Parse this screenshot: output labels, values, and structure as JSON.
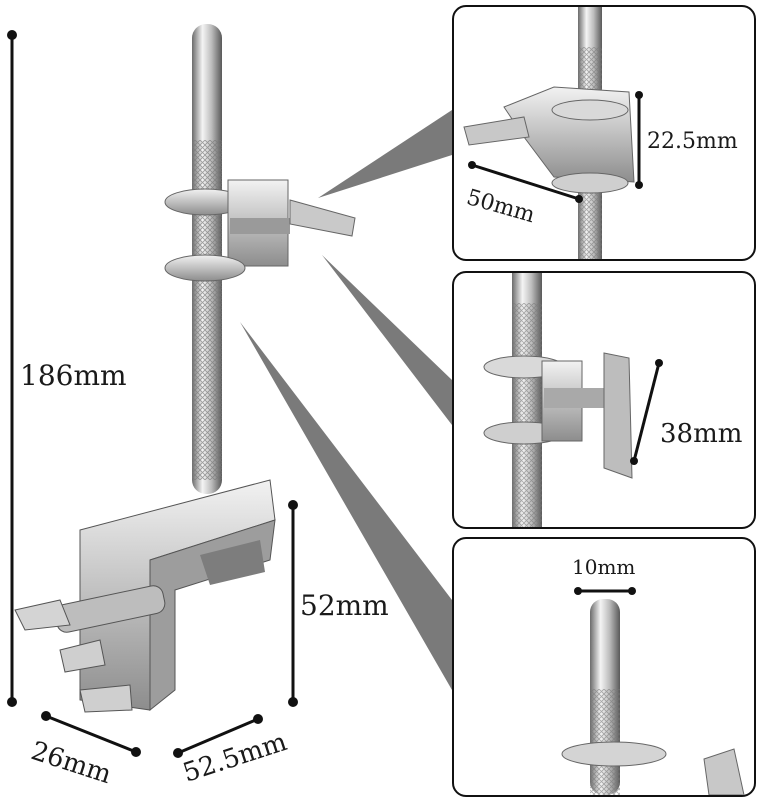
{
  "main_view": {
    "height_label": "186mm",
    "clamp_height_label": "52mm",
    "clamp_depth_label": "26mm",
    "clamp_width_label": "52.5mm"
  },
  "detail_panels": [
    {
      "label_a": "22.5mm",
      "label_b": "50mm"
    },
    {
      "label_a": "38mm"
    },
    {
      "label_a": "10mm"
    }
  ],
  "colors": {
    "metal_light": "#e8e8e8",
    "metal_mid": "#a9a9a9",
    "metal_dark": "#5e5e5e",
    "callout_gray": "#7a7a7a",
    "panel_border": "#111111"
  }
}
